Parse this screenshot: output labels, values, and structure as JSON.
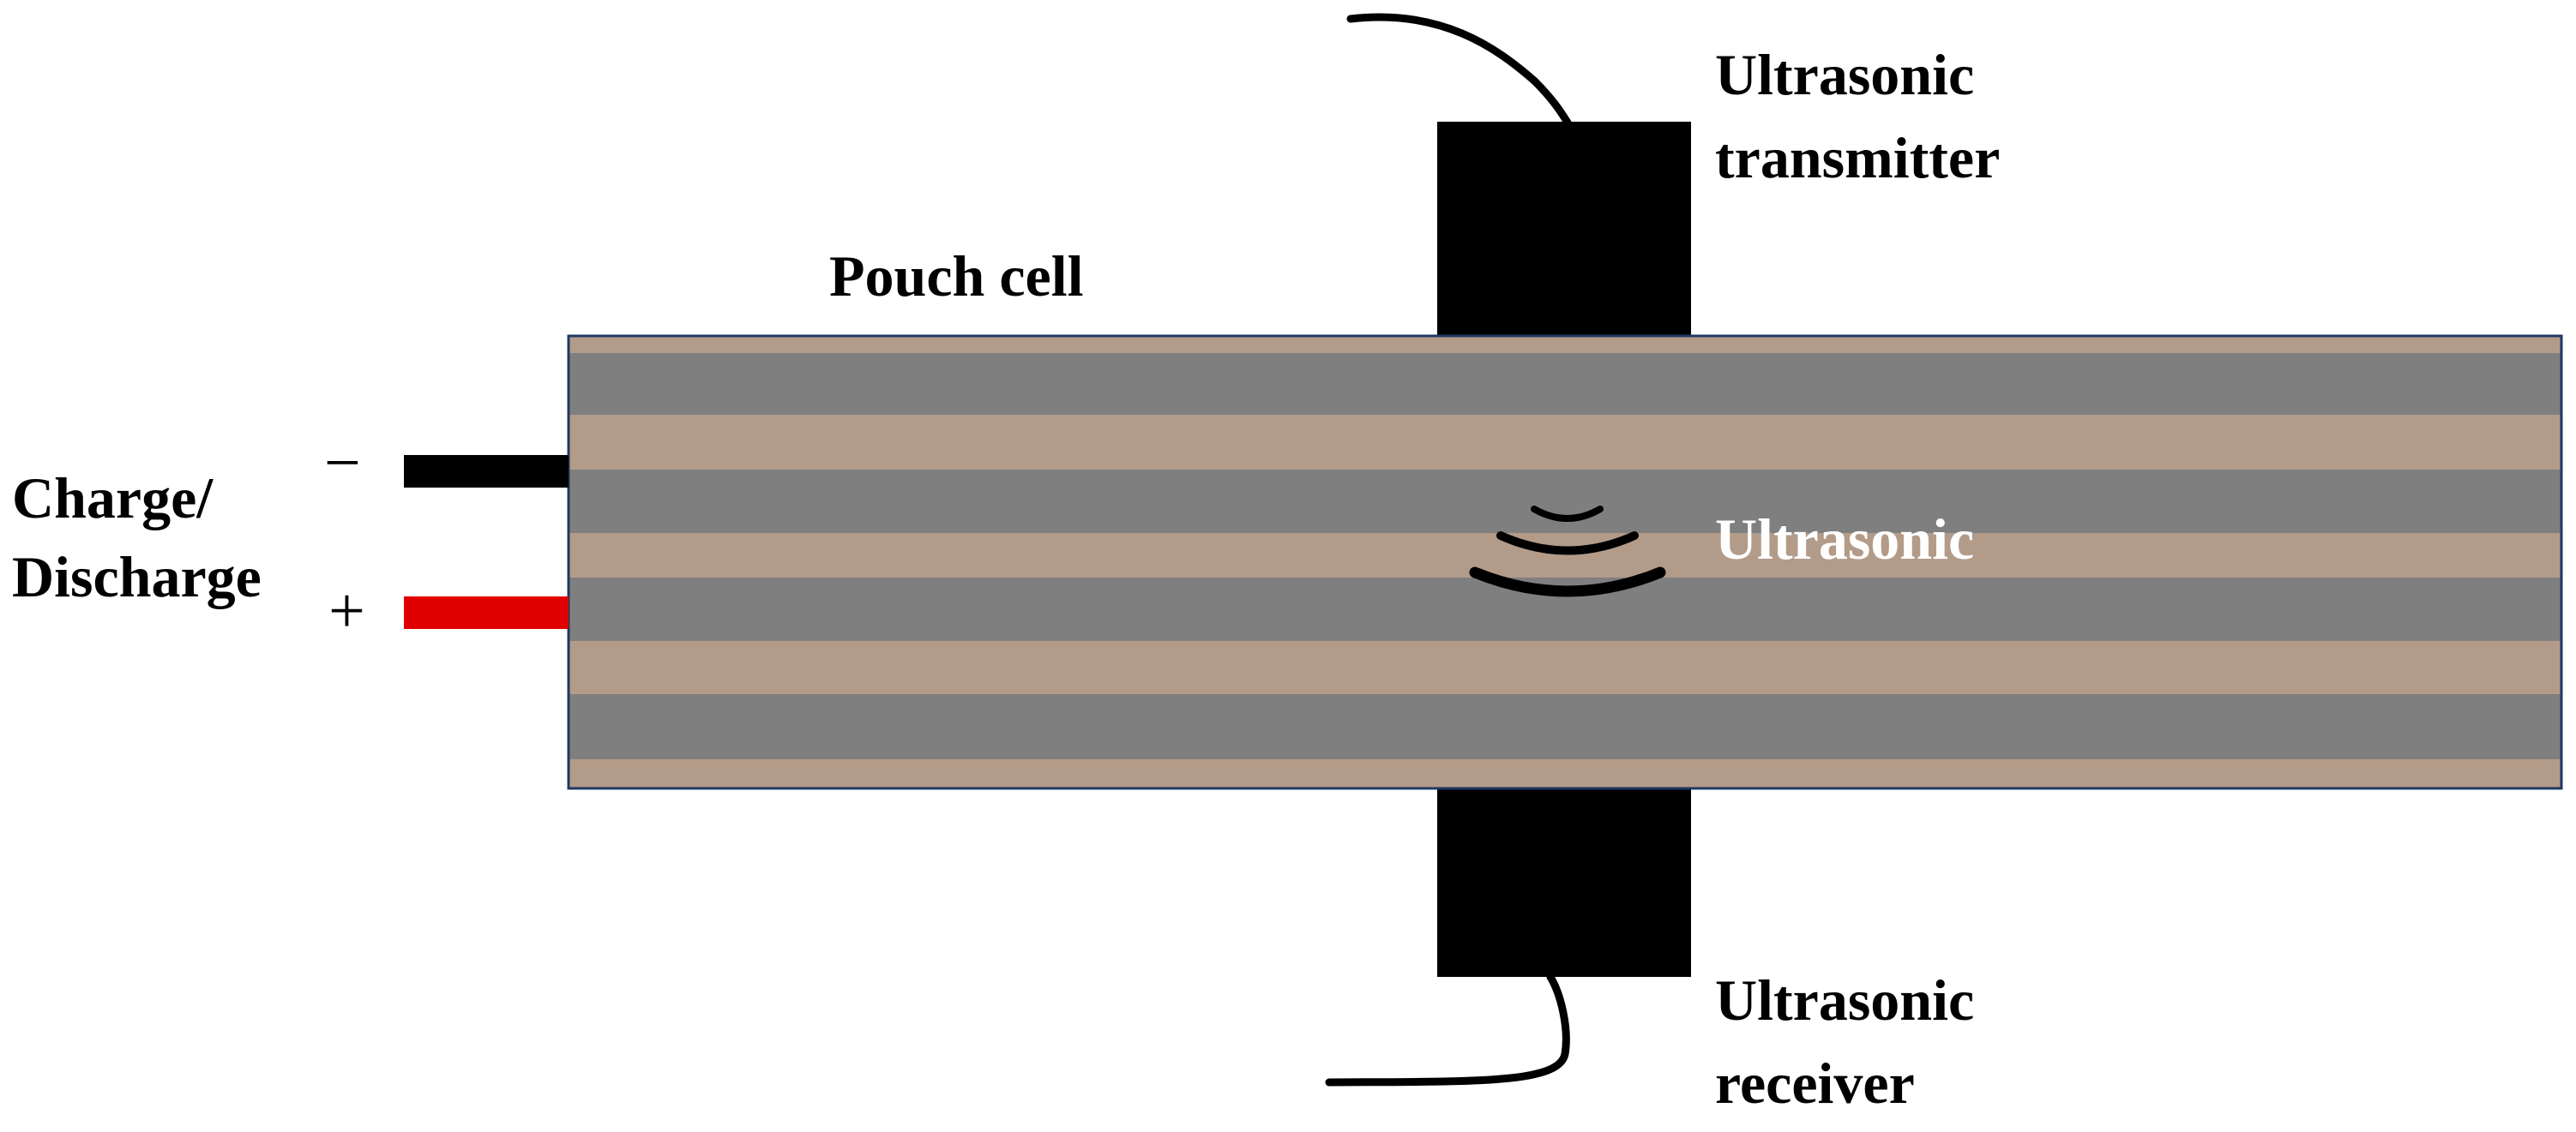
{
  "labels": {
    "transmitter_line1": "Ultrasonic",
    "transmitter_line2": "transmitter",
    "pouch_cell": "Pouch cell",
    "charge_line1": "Charge/",
    "charge_line2": "Discharge",
    "minus": "−",
    "plus": "+",
    "ultrasonic_wave": "Ultrasonic",
    "receiver_line1": "Ultrasonic",
    "receiver_line2": "receiver"
  },
  "colors": {
    "background": "#ffffff",
    "cell_tan": "#b39b89",
    "cell_gray": "#7f7f7f",
    "cell_border": "#1f3864",
    "transducer": "#000000",
    "negative_lead": "#000000",
    "positive_lead": "#e00000",
    "wave_label": "#ffffff"
  }
}
